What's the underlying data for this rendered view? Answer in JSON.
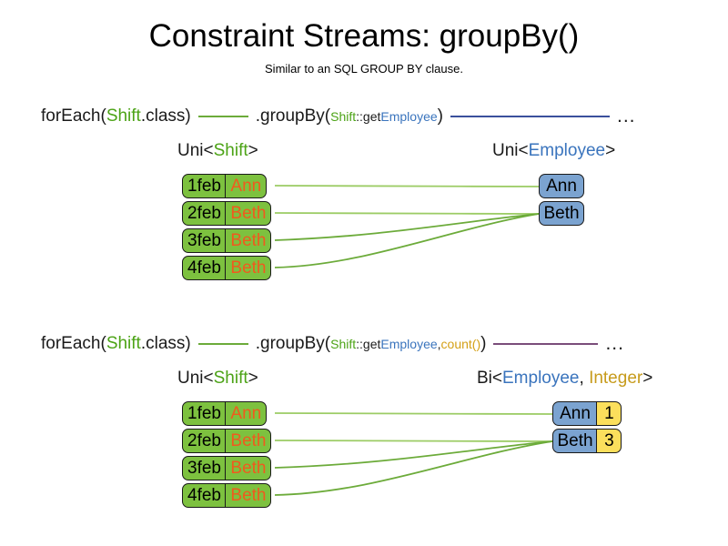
{
  "header": {
    "title": "Constraint Streams: groupBy()",
    "subtitle": "Similar to an SQL GROUP BY clause."
  },
  "colors": {
    "shift_box": "#7dc13f",
    "shift_name_text": "#f05a1e",
    "employee_box": "#7ba3d0",
    "count_box": "#fbdf5c",
    "green_accent": "#4ca316",
    "blue_accent": "#3a74bd",
    "gold_accent": "#c79b1c",
    "green_line": "#6cab3a",
    "blue_line": "#3a4f9c",
    "purple_line": "#7a4d7a"
  },
  "section1": {
    "code": {
      "foreach_prefix": "forEach(",
      "foreach_type": "Shift",
      "foreach_suffix": ".class)",
      "groupby_prefix": ".groupBy(",
      "arg_type": "Shift",
      "arg_sep": "::get",
      "arg_prop": "Employee",
      "groupby_suffix": ")",
      "ellipsis": "..."
    },
    "left_caption": {
      "prefix": "Uni<",
      "type": "Shift",
      "suffix": ">"
    },
    "right_caption": {
      "prefix": "Uni<",
      "type": "Employee",
      "suffix": ">"
    },
    "shifts": [
      {
        "date": "1feb",
        "employee": "Ann"
      },
      {
        "date": "2feb",
        "employee": "Beth"
      },
      {
        "date": "3feb",
        "employee": "Beth"
      },
      {
        "date": "4feb",
        "employee": "Beth"
      }
    ],
    "employees": [
      {
        "name": "Ann"
      },
      {
        "name": "Beth"
      }
    ]
  },
  "section2": {
    "code": {
      "foreach_prefix": "forEach(",
      "foreach_type": "Shift",
      "foreach_suffix": ".class)",
      "groupby_prefix": ".groupBy(",
      "arg_type": "Shift",
      "arg_sep": "::get",
      "arg_prop": "Employee",
      "arg_comma": ", ",
      "arg_count": "count()",
      "groupby_suffix": ")",
      "ellipsis": "..."
    },
    "left_caption": {
      "prefix": "Uni<",
      "type": "Shift",
      "suffix": ">"
    },
    "right_caption": {
      "prefix": "Bi<",
      "type": "Employee",
      "comma": ", ",
      "type2": "Integer",
      "suffix": ">"
    },
    "shifts": [
      {
        "date": "1feb",
        "employee": "Ann"
      },
      {
        "date": "2feb",
        "employee": "Beth"
      },
      {
        "date": "3feb",
        "employee": "Beth"
      },
      {
        "date": "4feb",
        "employee": "Beth"
      }
    ],
    "groups": [
      {
        "name": "Ann",
        "count": "1"
      },
      {
        "name": "Beth",
        "count": "3"
      }
    ]
  }
}
